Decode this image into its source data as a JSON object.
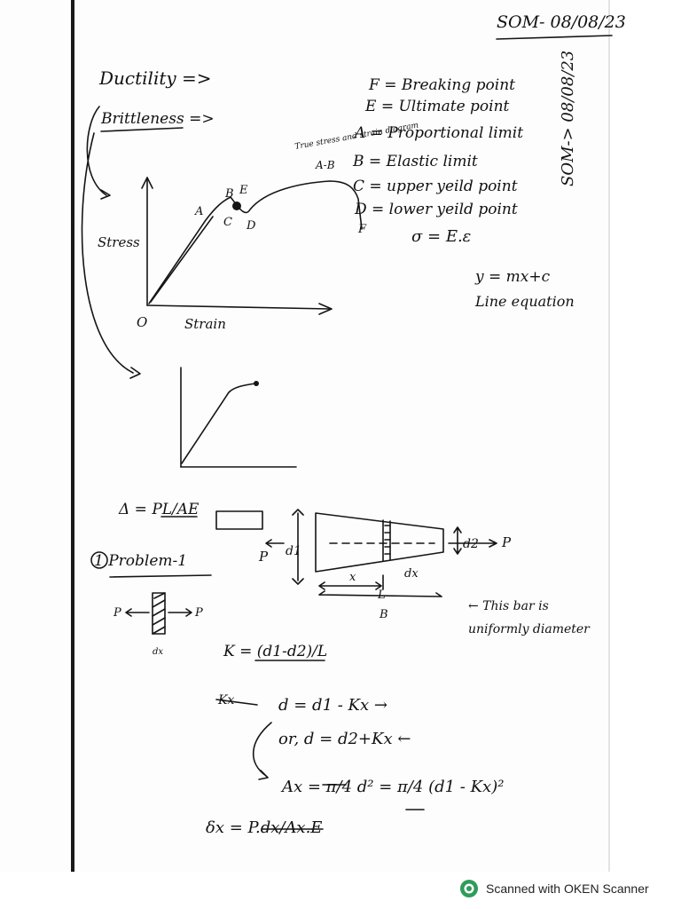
{
  "header": {
    "date_title": "SOM- 08/08/23",
    "side_date": "SOM-> 08/08/23"
  },
  "left_notes": {
    "ductility": "Ductility =>",
    "brittleness": "Brittleness =>"
  },
  "legend": [
    "F = Breaking point",
    "E = Ultimate point",
    "A = Proportional limit",
    "B = Elastic limit",
    "C = upper yeild point",
    "D = lower yeild point"
  ],
  "legend_extra": {
    "true_stress_note": "True stress and strain diagram",
    "ab_prefix": "A-B",
    "hookes_law": "σ = E.ε",
    "line_eq": "y = mx+c",
    "line_eq_label": "Line equation"
  },
  "graph1": {
    "y_label": "Stress",
    "x_label": "Strain",
    "origin": "O",
    "point_labels": [
      "A",
      "B",
      "C",
      "D",
      "E",
      "F"
    ]
  },
  "formulas": {
    "delta": "Δ = PL/AE",
    "problem": "1 Problem-1",
    "k_def": "K = (d1-d2)/L",
    "kx_label": "Kx",
    "d_eq1": "d = d1 - Kx →",
    "d_eq2": "or, d = d2+Kx ←",
    "area": "Ax = π/4 d² = π/4 (d1 - Kx)²",
    "delta_x": "δx = P.dx/Ax.E"
  },
  "bar_diagram": {
    "p_left": "P",
    "p_right": "P",
    "d1": "d1",
    "d2": "d2",
    "x": "x",
    "dx": "dx",
    "L": "L",
    "B": "B"
  },
  "element": {
    "p_left": "P",
    "p_right": "P",
    "dx": "dx"
  },
  "bar_note": [
    "← This bar is",
    "uniformly diameter"
  ],
  "footer": {
    "scanner_text": "Scanned with OKEN Scanner"
  }
}
